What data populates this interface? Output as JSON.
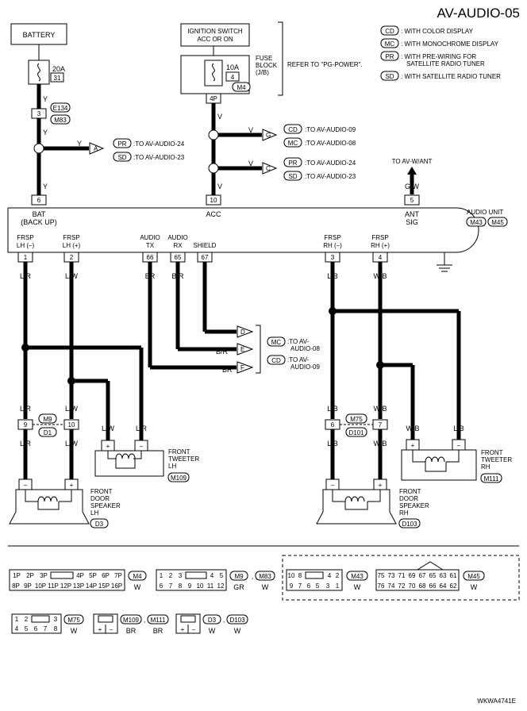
{
  "page_title": "AV-AUDIO-05",
  "legend": [
    {
      "code": "CD",
      "text": ": WITH COLOR DISPLAY"
    },
    {
      "code": "MC",
      "text": ": WITH MONOCHROME DISPLAY"
    },
    {
      "code": "PR",
      "text": ": WITH PRE-WIRING FOR",
      "text2": "SATELLITE RADIO TUNER"
    },
    {
      "code": "SD",
      "text": ": WITH SATELLITE RADIO TUNER"
    }
  ],
  "battery": {
    "label": "BATTERY",
    "fuse": "20A",
    "fuse_no": "31",
    "wire": "Y"
  },
  "ignition": {
    "line1": "IGNITION SWITCH",
    "line2": "ACC OR ON"
  },
  "fuse_block": {
    "fuse": "10A",
    "fuse_no": "4",
    "conn": "M4",
    "term": "4P",
    "l1": "FUSE",
    "l2": "BLOCK",
    "l3": "(J/B)",
    "refer": "REFER TO \"PG-POWER\"."
  },
  "joint_conn": {
    "term": "3",
    "c1": "E134",
    "c2": "M83"
  },
  "bat_branch": {
    "wire": "Y",
    "arrow": "A",
    "r1_code": "PR",
    "r1": ":TO AV-AUDIO-24",
    "r2_code": "SD",
    "r2": ":TO AV-AUDIO-23"
  },
  "acc_branch_g": {
    "wire": "V",
    "arrow": "G",
    "r1_code": "CD",
    "r1": ":TO AV-AUDIO-09",
    "r2_code": "MC",
    "r2": ":TO AV-AUDIO-08"
  },
  "acc_branch_c": {
    "wire": "V",
    "arrow": "C",
    "r1_code": "PR",
    "r1": ":TO AV-AUDIO-24",
    "r2_code": "SD",
    "r2": ":TO AV-AUDIO-23"
  },
  "ant": {
    "to": "TO AV-W/ANT",
    "wire": "G/W",
    "term": "5",
    "l1": "ANT",
    "l2": "SIG"
  },
  "audio_unit": {
    "label": "AUDIO UNIT",
    "c1": "M43",
    "c2": "M45",
    "bat_term": "6",
    "bat_l1": "BAT",
    "bat_l2": "(BACK UP)",
    "acc_term": "10",
    "acc_l": "ACC",
    "acc_wire": "V",
    "pins": [
      {
        "t": "1",
        "l1": "FRSP",
        "l2": "LH (–)"
      },
      {
        "t": "2",
        "l1": "FRSP",
        "l2": "LH (+)"
      },
      {
        "t": "66",
        "l1": "AUDIO",
        "l2": "TX"
      },
      {
        "t": "65",
        "l1": "AUDIO",
        "l2": "RX"
      },
      {
        "t": "67",
        "l1": "SHIELD",
        "l2": ""
      },
      {
        "t": "3",
        "l1": "FRSP",
        "l2": "RH (–)"
      },
      {
        "t": "4",
        "l1": "FRSP",
        "l2": "RH (+)"
      }
    ]
  },
  "wires": {
    "lr": "L/R",
    "lw": "L/W",
    "br": "BR",
    "bre": "B/R",
    "lb": "L/B",
    "wb": "W/B",
    "y": "Y",
    "v": "V"
  },
  "audio_arrows": {
    "d": "D",
    "e": "E",
    "f": "F",
    "mc": "MC",
    "mc_t1": ":TO AV-",
    "mc_t2": "AUDIO-08",
    "cd": "CD",
    "cd_t1": ":TO AV-",
    "cd_t2": "AUDIO-09"
  },
  "inline_lh": {
    "t1": "9",
    "t2": "10",
    "c1": "M9",
    "c2": "D1"
  },
  "inline_rh": {
    "t1": "6",
    "t2": "7",
    "c1": "M75",
    "c2": "D101"
  },
  "tweeter_lh": {
    "l1": "FRONT",
    "l2": "TWEETER",
    "l3": "LH",
    "conn": "M109",
    "plus": "+",
    "minus": "–"
  },
  "tweeter_rh": {
    "l1": "FRONT",
    "l2": "TWEETER",
    "l3": "RH",
    "conn": "M111",
    "plus": "+",
    "minus": "–"
  },
  "speaker_lh": {
    "l1": "FRONT",
    "l2": "DOOR",
    "l3": "SPEAKER",
    "l4": "LH",
    "conn": "D3",
    "minus": "–",
    "plus": "+"
  },
  "speaker_rh": {
    "l1": "FRONT",
    "l2": "DOOR",
    "l3": "SPEAKER",
    "l4": "RH",
    "conn": "D103",
    "minus": "–",
    "plus": "+"
  },
  "connectors": {
    "m4": {
      "row1": [
        "1P",
        "2P",
        "3P",
        "",
        "4P",
        "5P",
        "6P",
        "7P"
      ],
      "row2": [
        "8P",
        "9P",
        "10P",
        "11P",
        "12P",
        "13P",
        "14P",
        "15P",
        "16P"
      ],
      "name": "M4",
      "color": "W"
    },
    "m9": {
      "row1": [
        "1",
        "2",
        "3",
        "",
        "4",
        "5"
      ],
      "row2": [
        "6",
        "7",
        "8",
        "9",
        "10",
        "11",
        "12"
      ],
      "name": "M9",
      "name2": "M83",
      "color": "GR",
      "color2": "W"
    },
    "m43": {
      "row1": [
        "10",
        "8",
        "",
        "4",
        "2"
      ],
      "row2": [
        "9",
        "7",
        "6",
        "5",
        "3",
        "1"
      ],
      "name": "M43",
      "color": "W"
    },
    "m45": {
      "row1": [
        "75",
        "73",
        "71",
        "69",
        "67",
        "65",
        "63",
        "61"
      ],
      "row2": [
        "76",
        "74",
        "72",
        "70",
        "68",
        "66",
        "64",
        "62"
      ],
      "name": "M45",
      "color": "W"
    },
    "m75": {
      "row1": [
        "1",
        "2",
        "",
        "3"
      ],
      "row2": [
        "4",
        "5",
        "6",
        "7",
        "8"
      ],
      "name": "M75",
      "color": "W"
    },
    "m109": {
      "p": "+",
      "m": "–",
      "name": "M109",
      "name2": "M111",
      "color": "BR",
      "color2": "BR"
    },
    "d3": {
      "p": "+",
      "m": "–",
      "name": "D3",
      "name2": "D103",
      "color": "W",
      "color2": "W"
    }
  },
  "footer_code": "WKWA4741E"
}
